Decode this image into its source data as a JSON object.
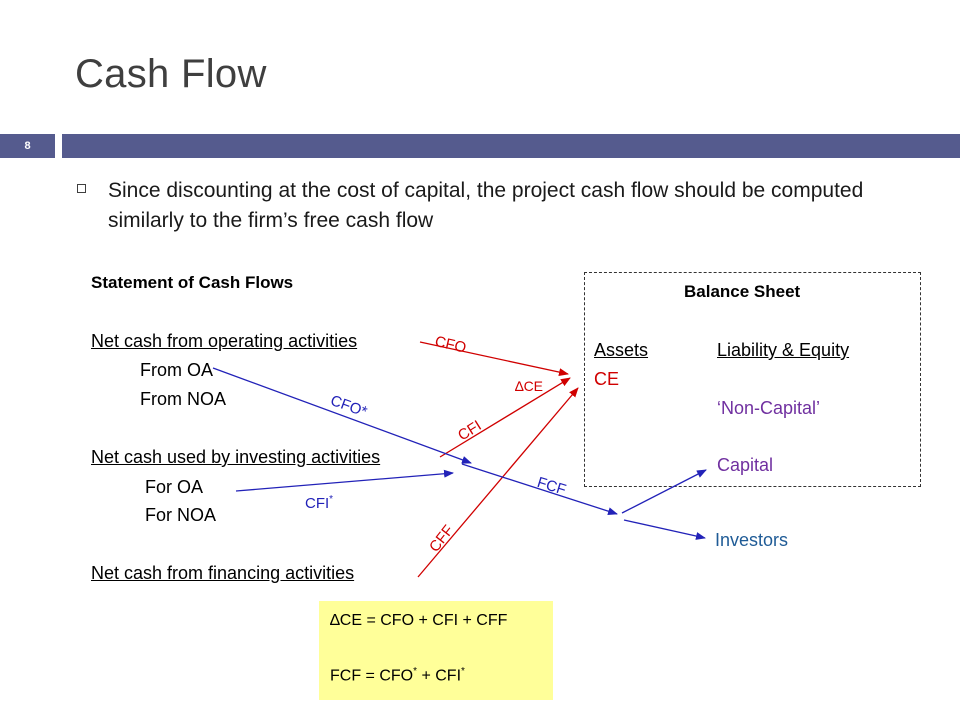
{
  "slide": {
    "title": "Cash Flow",
    "number": "8",
    "bullet": "Since discounting at the cost of capital, the project cash flow should be computed similarly to the firm’s free cash flow"
  },
  "statement": {
    "heading": "Statement of Cash Flows",
    "operating": "Net cash from operating activities",
    "from_oa": "From OA",
    "from_noa": "From NOA",
    "investing": "Net cash used by investing activities",
    "for_oa": "For OA",
    "for_noa": "For NOA",
    "financing": "Net cash from financing activities"
  },
  "balance_sheet": {
    "heading": "Balance Sheet",
    "assets": "Assets",
    "ce": "CE",
    "liability_equity": "Liability & Equity",
    "non_capital": "‘Non-Capital’",
    "capital": "Capital"
  },
  "investors": "Investors",
  "arrows": {
    "cfo": "CFO",
    "delta_ce": "∆CE",
    "cfo_star": "CFO",
    "cfo_star_mark": "*",
    "cfi": "CFI",
    "cfi_star": "CFI",
    "cfi_star_mark": "*",
    "fcf": "FCF",
    "cff": "CFF"
  },
  "formulas": {
    "delta_ce": "∆CE = CFO + CFI + CFF",
    "fcf_prefix": "FCF = CFO",
    "fcf_mid": " + CFI",
    "star": "*"
  },
  "colors": {
    "header": "#555b8e",
    "red": "#d00000",
    "blue": "#2222b8",
    "purple": "#7030a0",
    "formula_bg": "#ffff99"
  }
}
